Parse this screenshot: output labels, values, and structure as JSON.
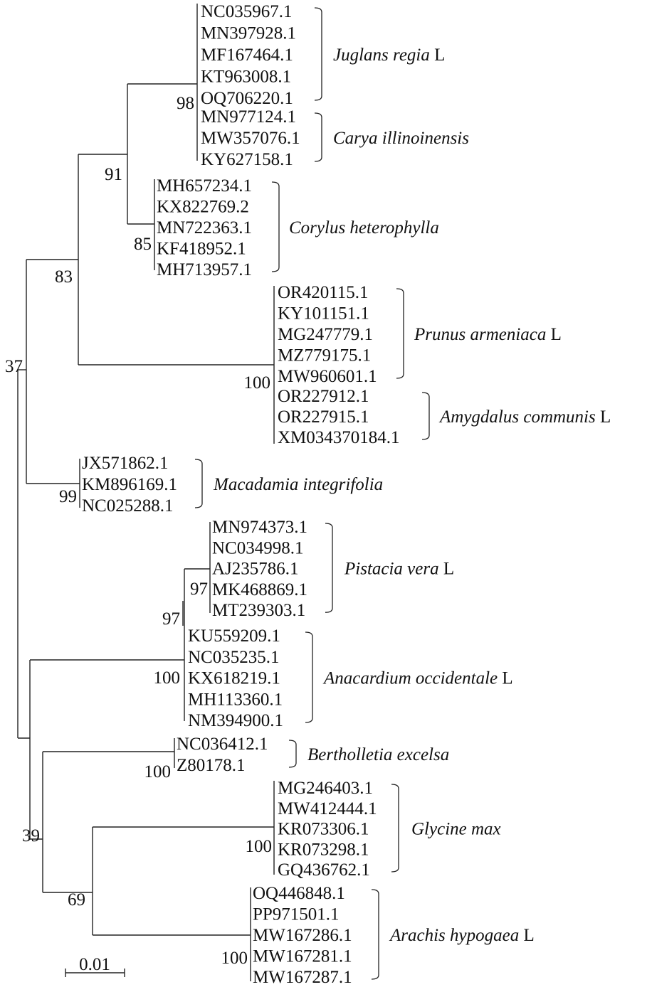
{
  "title": "Phylogenetic tree",
  "groups": [
    {
      "species": "Juglans regia",
      "authority": "L",
      "accessions": [
        "NC035967.1",
        "MN397928.1",
        "MF167464.1",
        "KT963008.1",
        "OQ706220.1"
      ]
    },
    {
      "species": "Carya illinoinensis",
      "authority": "",
      "accessions": [
        "MN977124.1",
        "MW357076.1",
        "KY627158.1"
      ]
    },
    {
      "species": "Corylus heterophylla",
      "authority": "",
      "accessions": [
        "MH657234.1",
        "KX822769.2",
        "MN722363.1",
        "KF418952.1",
        "MH713957.1"
      ]
    },
    {
      "species": "Prunus armeniaca",
      "authority": "L",
      "accessions": [
        "OR420115.1",
        "KY101151.1",
        "MG247779.1",
        "MZ779175.1",
        "MW960601.1"
      ]
    },
    {
      "species": "Amygdalus communis",
      "authority": "L",
      "accessions": [
        "OR227912.1",
        "OR227915.1",
        "XM034370184.1"
      ]
    },
    {
      "species": "Macadamia integrifolia",
      "authority": "",
      "accessions": [
        "JX571862.1",
        "KM896169.1",
        "NC025288.1"
      ]
    },
    {
      "species": "Pistacia vera",
      "authority": "L",
      "accessions": [
        "MN974373.1",
        "NC034998.1",
        "AJ235786.1",
        "MK468869.1",
        "MT239303.1"
      ]
    },
    {
      "species": "Anacardium occidentale",
      "authority": "L",
      "accessions": [
        "KU559209.1",
        "NC035235.1",
        "KX618219.1",
        "MH113360.1",
        "NM394900.1"
      ]
    },
    {
      "species": "Bertholletia excelsa",
      "authority": "",
      "accessions": [
        "NC036412.1",
        "Z80178.1"
      ]
    },
    {
      "species": "Glycine max",
      "authority": "",
      "accessions": [
        "MG246403.1",
        "MW412444.1",
        "KR073306.1",
        "KR073298.1",
        "GQ436762.1"
      ]
    },
    {
      "species": "Arachis hypogaea",
      "authority": "L",
      "accessions": [
        "OQ446848.1",
        "PP971501.1",
        "MW167286.1",
        "MW167281.1",
        "MW167287.1"
      ]
    }
  ],
  "bootstrap": [
    "98",
    "91",
    "85",
    "83",
    "37",
    "100",
    "99",
    "97",
    "97",
    "100",
    "100",
    "39",
    "100",
    "69",
    "100"
  ],
  "scale_bar": {
    "label": "0.01"
  }
}
